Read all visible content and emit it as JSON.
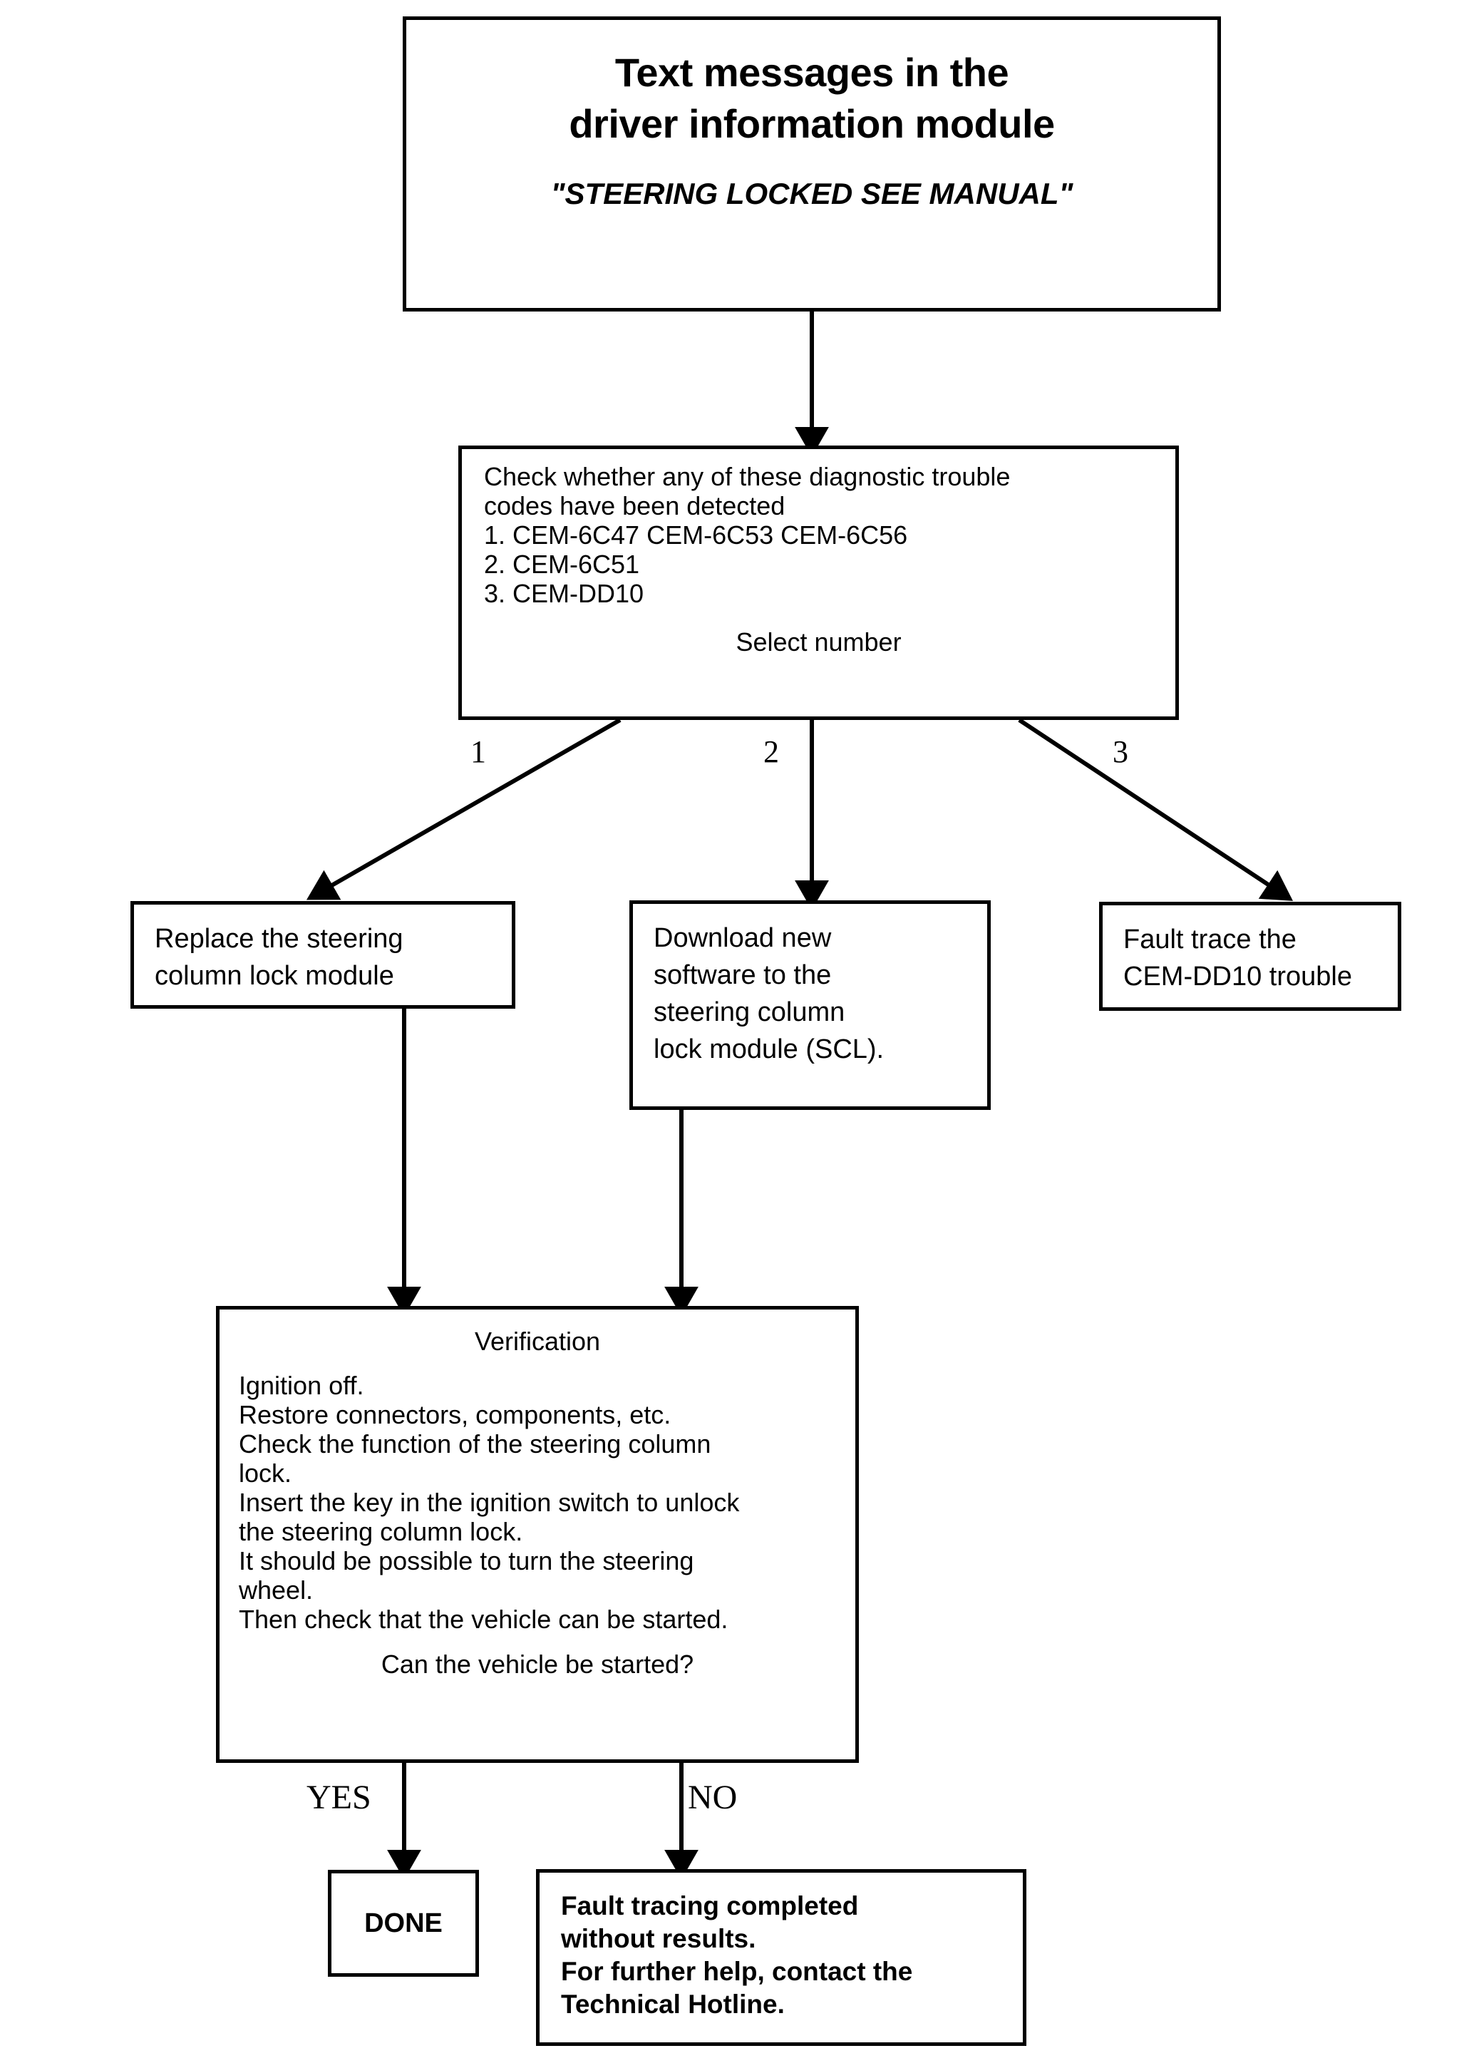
{
  "document": {
    "kind": "troubleshooting-flowchart",
    "colors": {
      "background": "#ffffff",
      "stroke": "#000000",
      "text": "#000000"
    }
  },
  "title_block": {
    "line1": "Text messages in the",
    "line2": "driver information module",
    "subtitle": "\"STEERING LOCKED SEE MANUAL\""
  },
  "dtc_block": {
    "intro_line1": "Check whether any of these diagnostic trouble",
    "intro_line2": "codes have been detected",
    "item1": "1. CEM-6C47 CEM-6C53 CEM-6C56",
    "item2": "2. CEM-6C51",
    "item3": "3. CEM-DD10",
    "prompt": "Select number"
  },
  "branch_labels": {
    "one": "1",
    "two": "2",
    "three": "3",
    "yes": "YES",
    "no": "NO"
  },
  "action_boxes": {
    "replace_scl": {
      "line1": "Replace the steering",
      "line2": "column lock module"
    },
    "download_software": {
      "line1": "Download new",
      "line2": "software to the",
      "line3": "steering column",
      "line4": "lock module (SCL)."
    },
    "fault_trace": {
      "line1": "Fault trace the",
      "line2": "CEM-DD10 trouble"
    }
  },
  "verification_block": {
    "heading": "Verification",
    "line1": "Ignition off.",
    "line2": "Restore connectors, components, etc.",
    "line3": "Check the function of the steering column",
    "line4": "lock.",
    "line5": "Insert the key in the ignition switch to unlock",
    "line6": "the steering column lock.",
    "line7": "It should be possible to turn the steering",
    "line8": "wheel.",
    "line9": "Then check that the vehicle can be started.",
    "question": "Can the vehicle be started?"
  },
  "done_box": {
    "label": "DONE"
  },
  "hotline_box": {
    "line1": "Fault tracing completed",
    "line2": "without results.",
    "line3": "For further help, contact the",
    "line4": "Technical Hotline."
  }
}
